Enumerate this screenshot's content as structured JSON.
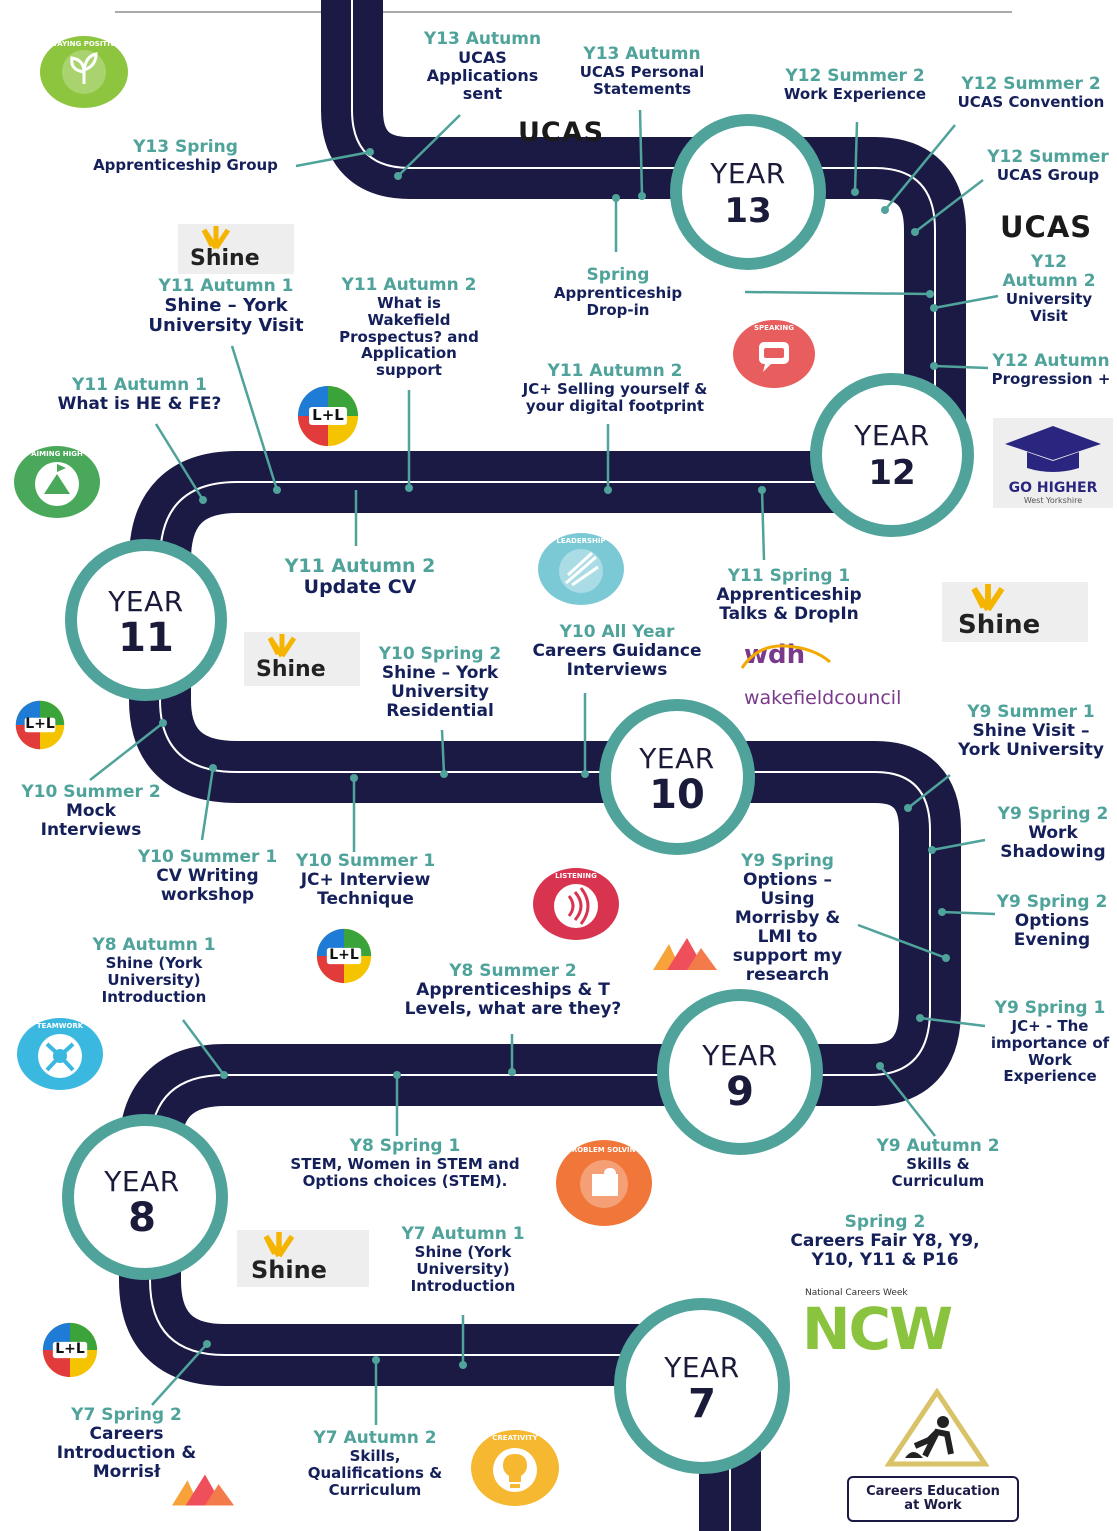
{
  "colors": {
    "road": "#1b1a45",
    "teal": "#4fa39a",
    "navy": "#15205a"
  },
  "years": [
    {
      "word": "YEAR",
      "num": "13"
    },
    {
      "word": "YEAR",
      "num": "12"
    },
    {
      "word": "YEAR",
      "num": "11"
    },
    {
      "word": "YEAR",
      "num": "10"
    },
    {
      "word": "YEAR",
      "num": "9"
    },
    {
      "word": "YEAR",
      "num": "8"
    },
    {
      "word": "YEAR",
      "num": "7"
    }
  ],
  "labels": {
    "y13_ucas_sent": {
      "h": "Y13 Autumn",
      "b": "UCAS\nApplications\nsent"
    },
    "y13_personal": {
      "h": "Y13 Autumn",
      "b": "UCAS Personal\nStatements"
    },
    "y12_work_exp": {
      "h": "Y12 Summer 2",
      "b": "Work Experience"
    },
    "y12_convention": {
      "h": "Y12 Summer 2",
      "b": "UCAS Convention"
    },
    "y13_apprentice": {
      "h": "Y13 Spring",
      "b": "Apprenticeship Group"
    },
    "y12_ucas_group": {
      "h": "Y12 Summer",
      "b": "UCAS Group"
    },
    "y12_uni_visit": {
      "h": "Y12\nAutumn 2",
      "b": "University\nVisit"
    },
    "y12_progression": {
      "h": "Y12 Autumn",
      "b": "Progression +"
    },
    "spring_dropin": {
      "h": "Spring",
      "b": "Apprenticeship\nDrop-in"
    },
    "y11_shine": {
      "h": "Y11 Autumn 1",
      "bb": "Shine – York\nUniversity Visit"
    },
    "y11_prospectus": {
      "h": "Y11 Autumn 2",
      "b": "What is\nWakefield\nProspectus? and\nApplication\nsupport"
    },
    "y11_selling": {
      "h": "Y11 Autumn 2",
      "b": "JC+ Selling yourself &\nyour digital footprint"
    },
    "y11_he_fe": {
      "h": "Y11 Autumn 1",
      "bb": "What is HE & FE?"
    },
    "y11_cv": {
      "h": "Y11 Autumn 2",
      "bb": "Update CV"
    },
    "y11_talks": {
      "h": "Y11 Spring 1",
      "bb": "Apprenticeship\nTalks & DropIn"
    },
    "y10_residential": {
      "h": "Y10 Spring 2",
      "bb": "Shine – York\nUniversity\nResidential"
    },
    "y10_guidance": {
      "h": "Y10 All Year",
      "bb": "Careers Guidance\nInterviews"
    },
    "y9_shine_visit": {
      "h": "Y9 Summer 1",
      "bb": "Shine Visit –\nYork University"
    },
    "y10_mock": {
      "h": "Y10 Summer 2",
      "bb": "Mock\nInterviews"
    },
    "y10_cv": {
      "h": "Y10 Summer 1",
      "bb": "CV Writing\nworkshop"
    },
    "y10_interview": {
      "h": "Y10 Summer 1",
      "bb": "JC+ Interview\nTechnique"
    },
    "y9_shadowing": {
      "h": "Y9 Spring 2",
      "bb": "Work\nShadowing"
    },
    "y9_options": {
      "h": "Y9 Spring",
      "bb": "Options –\nUsing\nMorrisby &\nLMI to\nsupport my\nresearch"
    },
    "y9_options_evening": {
      "h": "Y9 Spring 2",
      "bb": "Options\nEvening"
    },
    "y8_shine": {
      "h": "Y8 Autumn 1",
      "b": "Shine (York\nUniversity)\nIntroduction"
    },
    "y8_apprentice": {
      "h": "Y8 Summer 2",
      "bb": "Apprenticeships & T\nLevels, what are they?"
    },
    "y9_work_exp": {
      "h": "Y9 Spring 1",
      "b": "JC+ - The\nimportance of\nWork\nExperience"
    },
    "y8_stem": {
      "h": "Y8 Spring 1",
      "b": "STEM, Women in STEM and\nOptions choices (STEM)."
    },
    "y9_skills": {
      "h": "Y9 Autumn 2",
      "b": "Skills &\nCurriculum"
    },
    "careers_fair": {
      "h": "Spring 2",
      "bb": "Careers Fair Y8, Y9,\nY10, Y11 & P16"
    },
    "y7_shine": {
      "h": "Y7 Autumn 1",
      "b": "Shine (York\nUniversity)\nIntroduction"
    },
    "y7_careers": {
      "h": "Y7 Spring 2",
      "bb": "Careers\nIntroduction &\nMorrisł"
    },
    "y7_skills": {
      "h": "Y7 Autumn 2",
      "b": "Skills,\nQualifications &\nCurriculum"
    }
  },
  "logos": {
    "ucas": "UCAS",
    "shine": "Shine",
    "wdh": "wdh",
    "wakefield": "wakefieldcouncil",
    "ncw_small": "National Careers Week",
    "ncw": "NCW",
    "gohigher": "GO HIGHER",
    "gohigher_sub": "West Yorkshire",
    "careers_ed": "Careers Education\nat Work",
    "ll": "L+L"
  },
  "badges": {
    "staying_positive": "STAYING POSITIVE",
    "speaking": "SPEAKING",
    "aiming_high": "AIMING HIGH",
    "leadership": "LEADERSHIP",
    "listening": "LISTENING",
    "teamwork": "TEAMWORK",
    "problem_solving": "PROBLEM SOLVING",
    "creativity": "CREATIVITY"
  }
}
